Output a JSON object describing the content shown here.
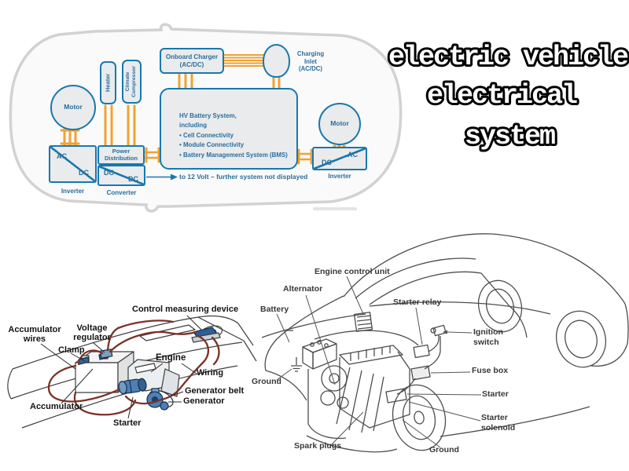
{
  "title": {
    "line1": "electric vehicle",
    "line2": "electrical",
    "line3": "system"
  },
  "ev_diagram": {
    "motor_left": "Motor",
    "motor_right": "Motor",
    "heater": "Heater",
    "climate_compressor": "Climate Compressor",
    "onboard_charger": "Onboard Charger (AC/DC)",
    "charging_inlet": "Charging Inlet (AC/DC)",
    "power_distribution": "Power Distribution",
    "inverter_left": {
      "ac": "AC",
      "dc": "DC",
      "caption": "Inverter"
    },
    "converter": {
      "dc_top": "DC",
      "dc_bottom": "DC",
      "caption": "Converter"
    },
    "inverter_right": {
      "ac": "AC",
      "dc": "DC",
      "caption": "Inverter"
    },
    "hv_battery": {
      "line1": "HV Battery System,",
      "line2": "including",
      "bullet1": "• Cell Connectivity",
      "bullet2": "• Module Connectivity",
      "bullet3": "• Battery Management System (BMS)"
    },
    "twelve_volt_note": "to 12 Volt – further system not displayed"
  },
  "engine_bay": {
    "labels": [
      "Control measuring device",
      "Accumulator wires",
      "Voltage regulator",
      "Clamp",
      "Engine",
      "Wiring",
      "Generator belt",
      "Generator",
      "Accumulator",
      "Starter"
    ]
  },
  "car_cutaway": {
    "labels": [
      "Engine control unit",
      "Alternator",
      "Battery",
      "Starter relay",
      "Ignition switch",
      "Fuse box",
      "Ground",
      "Starter",
      "Starter solenoid",
      "Spark plugs",
      "Ground"
    ]
  },
  "colors": {
    "accent_blue": "#1878ae",
    "accent_orange": "#f0a232",
    "box_fill": "#e9ebed",
    "wiring_maroon": "#7b3227",
    "sketch_line": "#4d4d4d",
    "silhouette_gray": "#d2d2d2"
  }
}
